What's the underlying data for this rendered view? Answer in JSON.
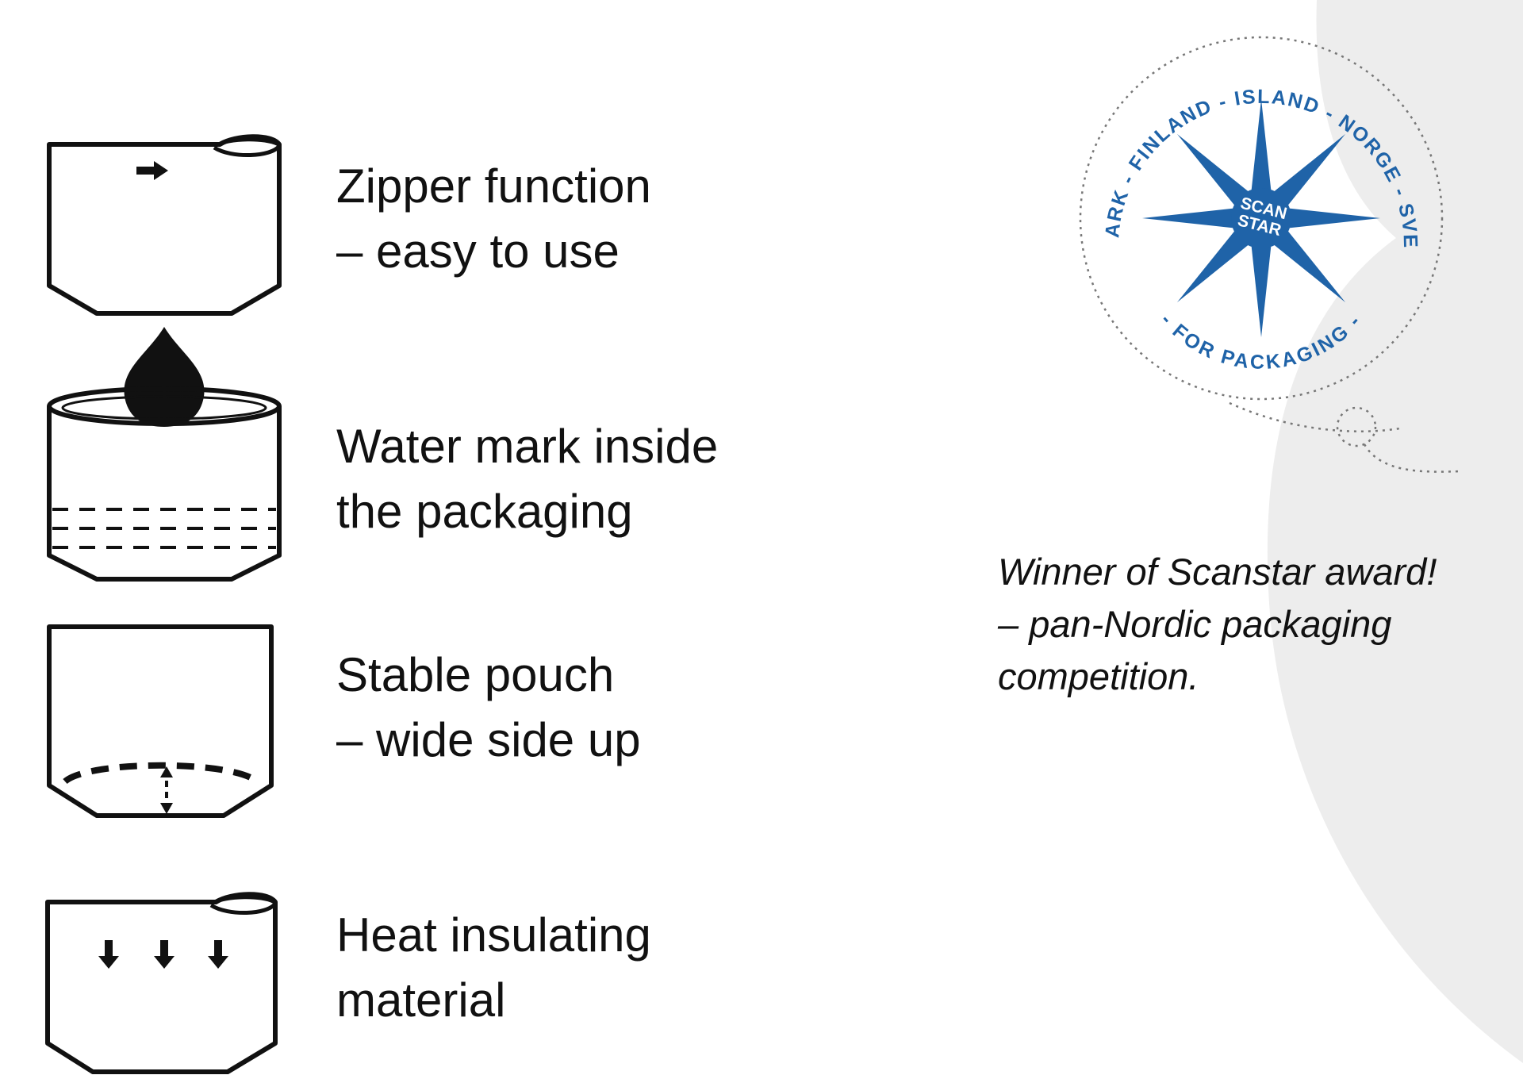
{
  "features": [
    {
      "icon": "zipper-pouch-icon",
      "line1": "Zipper function",
      "line2": "– easy to use"
    },
    {
      "icon": "water-mark-pouch-icon",
      "line1": "Water mark inside",
      "line2": "the packaging"
    },
    {
      "icon": "stable-pouch-icon",
      "line1": "Stable pouch",
      "line2": "– wide side up"
    },
    {
      "icon": "heat-insulating-pouch-icon",
      "line1": "Heat insulating",
      "line2": "material"
    }
  ],
  "seal": {
    "ring_top": "DANMARK - FINLAND - ISLAND - NORGE - SVERIGE",
    "ring_bottom": "- FOR PACKAGING -",
    "center_line1": "SCAN",
    "center_line2": "STAR",
    "color": "#1f63a8"
  },
  "award": {
    "line1": "Winner of Scanstar award!",
    "line2": "– pan-Nordic packaging",
    "line3": "competition."
  },
  "colors": {
    "text": "#111111",
    "swoosh": "#ededed",
    "seal_blue": "#1f63a8"
  }
}
